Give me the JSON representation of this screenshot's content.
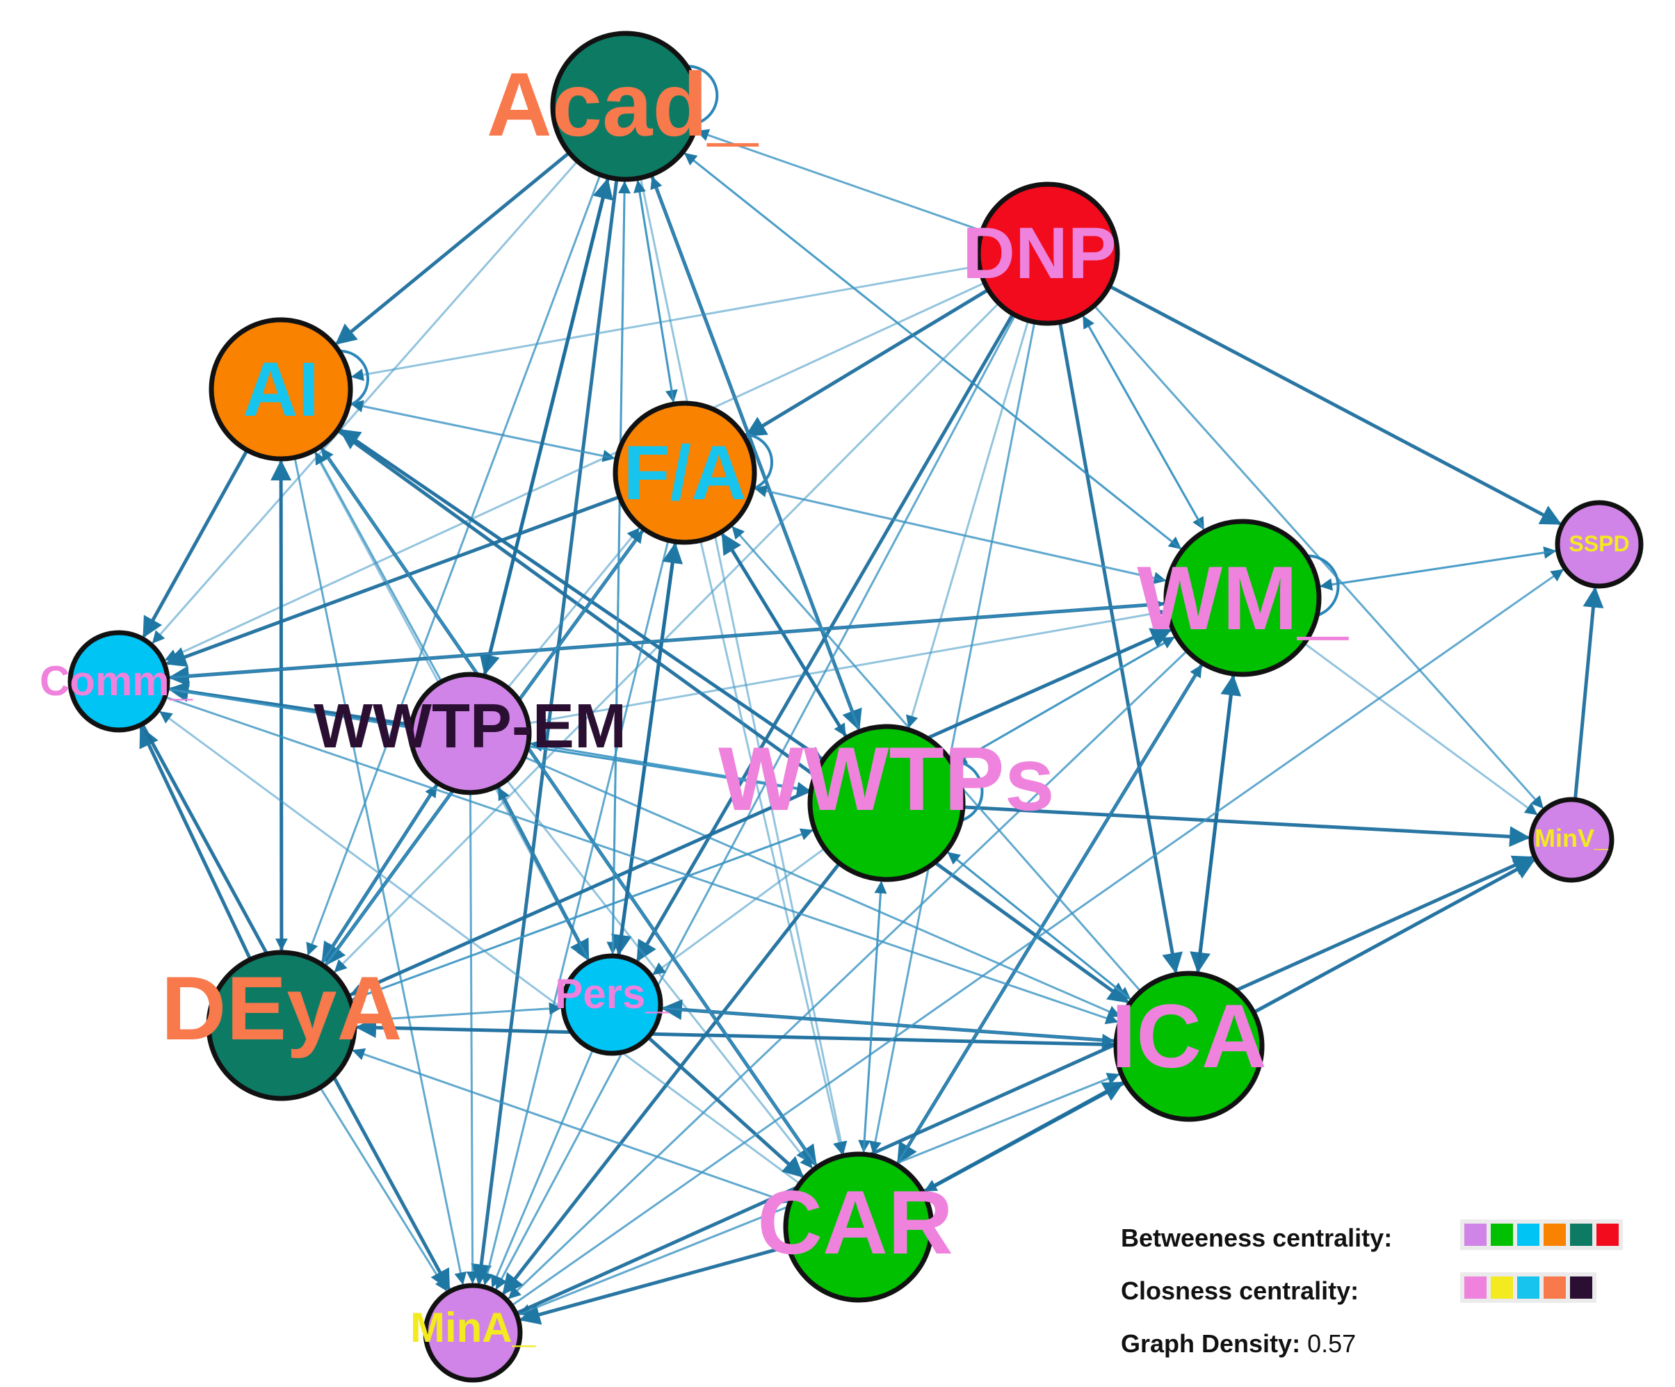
{
  "nodes": [
    {
      "id": "Acad_",
      "label": "Acad_",
      "fill": "#0d7a64",
      "label_color": "#f7794c"
    },
    {
      "id": "DNP",
      "label": "DNP",
      "fill": "#f20a1d",
      "label_color": "#ee82dc"
    },
    {
      "id": "AI",
      "label": "AI",
      "fill": "#f98200",
      "label_color": "#16c4ee"
    },
    {
      "id": "F/A",
      "label": "F/A",
      "fill": "#f98200",
      "label_color": "#16c4ee"
    },
    {
      "id": "SSPD",
      "label": "SSPD",
      "fill": "#d184e7",
      "label_color": "#f3ea20"
    },
    {
      "id": "WM_",
      "label": "WM_",
      "fill": "#00c000",
      "label_color": "#ee82dc"
    },
    {
      "id": "Comm_",
      "label": "Comm_",
      "fill": "#00c4f4",
      "label_color": "#ee82dc"
    },
    {
      "id": "WWTP-EM",
      "label": "WWTP-EM",
      "fill": "#d184e7",
      "label_color": "#2a0f33"
    },
    {
      "id": "WWTPs",
      "label": "WWTPs",
      "fill": "#00c000",
      "label_color": "#ee82dc"
    },
    {
      "id": "MinV_",
      "label": "MinV_",
      "fill": "#d184e7",
      "label_color": "#f3ea20"
    },
    {
      "id": "DEyA",
      "label": "DEyA",
      "fill": "#0d7a64",
      "label_color": "#f7794c"
    },
    {
      "id": "Pers_",
      "label": "Pers_",
      "fill": "#00c4f4",
      "label_color": "#ee82dc"
    },
    {
      "id": "ICA",
      "label": "ICA",
      "fill": "#00c000",
      "label_color": "#ee82dc"
    },
    {
      "id": "CAR",
      "label": "CAR",
      "fill": "#00c000",
      "label_color": "#ee82dc"
    },
    {
      "id": "MinA_",
      "label": "MinA_",
      "fill": "#d184e7",
      "label_color": "#f3ea20"
    }
  ],
  "edges": [
    [
      "Acad_",
      "AI"
    ],
    [
      "Acad_",
      "F/A"
    ],
    [
      "Acad_",
      "Comm_"
    ],
    [
      "Acad_",
      "WWTPs"
    ],
    [
      "Acad_",
      "DEyA"
    ],
    [
      "Acad_",
      "Pers_"
    ],
    [
      "Acad_",
      "MinA_"
    ],
    [
      "Acad_",
      "WM_"
    ],
    [
      "Acad_",
      "CAR"
    ],
    [
      "Acad_",
      "WWTP-EM"
    ],
    [
      "DNP",
      "Acad_"
    ],
    [
      "DNP",
      "AI"
    ],
    [
      "DNP",
      "F/A"
    ],
    [
      "DNP",
      "WM_"
    ],
    [
      "DNP",
      "WWTPs"
    ],
    [
      "DNP",
      "ICA"
    ],
    [
      "DNP",
      "CAR"
    ],
    [
      "DNP",
      "DEyA"
    ],
    [
      "DNP",
      "SSPD"
    ],
    [
      "DNP",
      "MinV_"
    ],
    [
      "DNP",
      "Comm_"
    ],
    [
      "DNP",
      "Pers_"
    ],
    [
      "DNP",
      "MinA_"
    ],
    [
      "AI",
      "F/A"
    ],
    [
      "AI",
      "Comm_"
    ],
    [
      "AI",
      "DEyA"
    ],
    [
      "AI",
      "WWTPs"
    ],
    [
      "AI",
      "ICA"
    ],
    [
      "AI",
      "MinA_"
    ],
    [
      "AI",
      "Pers_"
    ],
    [
      "AI",
      "CAR"
    ],
    [
      "F/A",
      "Acad_"
    ],
    [
      "F/A",
      "AI"
    ],
    [
      "F/A",
      "Comm_"
    ],
    [
      "F/A",
      "WWTPs"
    ],
    [
      "F/A",
      "WM_"
    ],
    [
      "F/A",
      "DEyA"
    ],
    [
      "F/A",
      "MinA_"
    ],
    [
      "F/A",
      "CAR"
    ],
    [
      "F/A",
      "Pers_"
    ],
    [
      "WM_",
      "DNP"
    ],
    [
      "WM_",
      "Acad_"
    ],
    [
      "WM_",
      "ICA"
    ],
    [
      "WM_",
      "SSPD"
    ],
    [
      "WM_",
      "MinV_"
    ],
    [
      "WM_",
      "Comm_"
    ],
    [
      "WM_",
      "WWTPs"
    ],
    [
      "WM_",
      "DEyA"
    ],
    [
      "WM_",
      "CAR"
    ],
    [
      "WM_",
      "MinA_"
    ],
    [
      "WM_",
      "F/A"
    ],
    [
      "WWTP-EM",
      "Acad_"
    ],
    [
      "WWTP-EM",
      "AI"
    ],
    [
      "WWTP-EM",
      "F/A"
    ],
    [
      "WWTP-EM",
      "Comm_"
    ],
    [
      "WWTP-EM",
      "WWTPs"
    ],
    [
      "WWTP-EM",
      "WM_"
    ],
    [
      "WWTP-EM",
      "DEyA"
    ],
    [
      "WWTP-EM",
      "ICA"
    ],
    [
      "WWTP-EM",
      "CAR"
    ],
    [
      "WWTP-EM",
      "Pers_"
    ],
    [
      "WWTP-EM",
      "MinA_"
    ],
    [
      "WWTPs",
      "Acad_"
    ],
    [
      "WWTPs",
      "F/A"
    ],
    [
      "WWTPs",
      "ICA"
    ],
    [
      "WWTPs",
      "CAR"
    ],
    [
      "WWTPs",
      "MinV_"
    ],
    [
      "WWTPs",
      "DEyA"
    ],
    [
      "WWTPs",
      "Pers_"
    ],
    [
      "WWTPs",
      "MinA_"
    ],
    [
      "WWTPs",
      "WM_"
    ],
    [
      "WWTPs",
      "WWTP-EM"
    ],
    [
      "WWTPs",
      "AI"
    ],
    [
      "WWTPs",
      "Comm_"
    ],
    [
      "DEyA",
      "WWTPs"
    ],
    [
      "DEyA",
      "WM_"
    ],
    [
      "DEyA",
      "Pers_"
    ],
    [
      "DEyA",
      "ICA"
    ],
    [
      "DEyA",
      "Comm_"
    ],
    [
      "DEyA",
      "MinA_"
    ],
    [
      "DEyA",
      "CAR"
    ],
    [
      "DEyA",
      "AI"
    ],
    [
      "DEyA",
      "F/A"
    ],
    [
      "DEyA",
      "WWTP-EM"
    ],
    [
      "ICA",
      "WM_"
    ],
    [
      "ICA",
      "WWTPs"
    ],
    [
      "ICA",
      "MinV_"
    ],
    [
      "ICA",
      "DEyA"
    ],
    [
      "ICA",
      "CAR"
    ],
    [
      "ICA",
      "MinA_"
    ],
    [
      "ICA",
      "Pers_"
    ],
    [
      "ICA",
      "F/A"
    ],
    [
      "CAR",
      "DEyA"
    ],
    [
      "CAR",
      "ICA"
    ],
    [
      "CAR",
      "WWTPs"
    ],
    [
      "CAR",
      "WM_"
    ],
    [
      "CAR",
      "MinA_"
    ],
    [
      "CAR",
      "AI"
    ],
    [
      "CAR",
      "Comm_"
    ],
    [
      "CAR",
      "MinV_"
    ],
    [
      "Pers_",
      "Acad_"
    ],
    [
      "Pers_",
      "ICA"
    ],
    [
      "Pers_",
      "CAR"
    ],
    [
      "Pers_",
      "MinA_"
    ],
    [
      "Pers_",
      "WWTP-EM"
    ],
    [
      "Pers_",
      "F/A"
    ],
    [
      "Comm_",
      "WWTPs"
    ],
    [
      "Comm_",
      "WM_"
    ],
    [
      "Comm_",
      "MinA_"
    ],
    [
      "Comm_",
      "ICA"
    ],
    [
      "MinA_",
      "ICA"
    ],
    [
      "MinA_",
      "MinV_"
    ],
    [
      "MinA_",
      "SSPD"
    ],
    [
      "SSPD",
      "WM_"
    ],
    [
      "MinV_",
      "SSPD"
    ]
  ],
  "self_loops": [
    "Acad_",
    "AI",
    "F/A",
    "WM_",
    "WWTPs"
  ],
  "legend": {
    "betweenness_label": "Betweeness centrality",
    "betweenness_colors": [
      "#d184e7",
      "#00c000",
      "#00c4f4",
      "#f98200",
      "#0d7a64",
      "#f20a1d"
    ],
    "closeness_label": "Closness centrality",
    "closeness_colors": [
      "#ee82dc",
      "#f3ea20",
      "#16c4ee",
      "#f7794c",
      "#2a0f33"
    ],
    "density_label": "Graph Density",
    "density_value": "0.57"
  }
}
